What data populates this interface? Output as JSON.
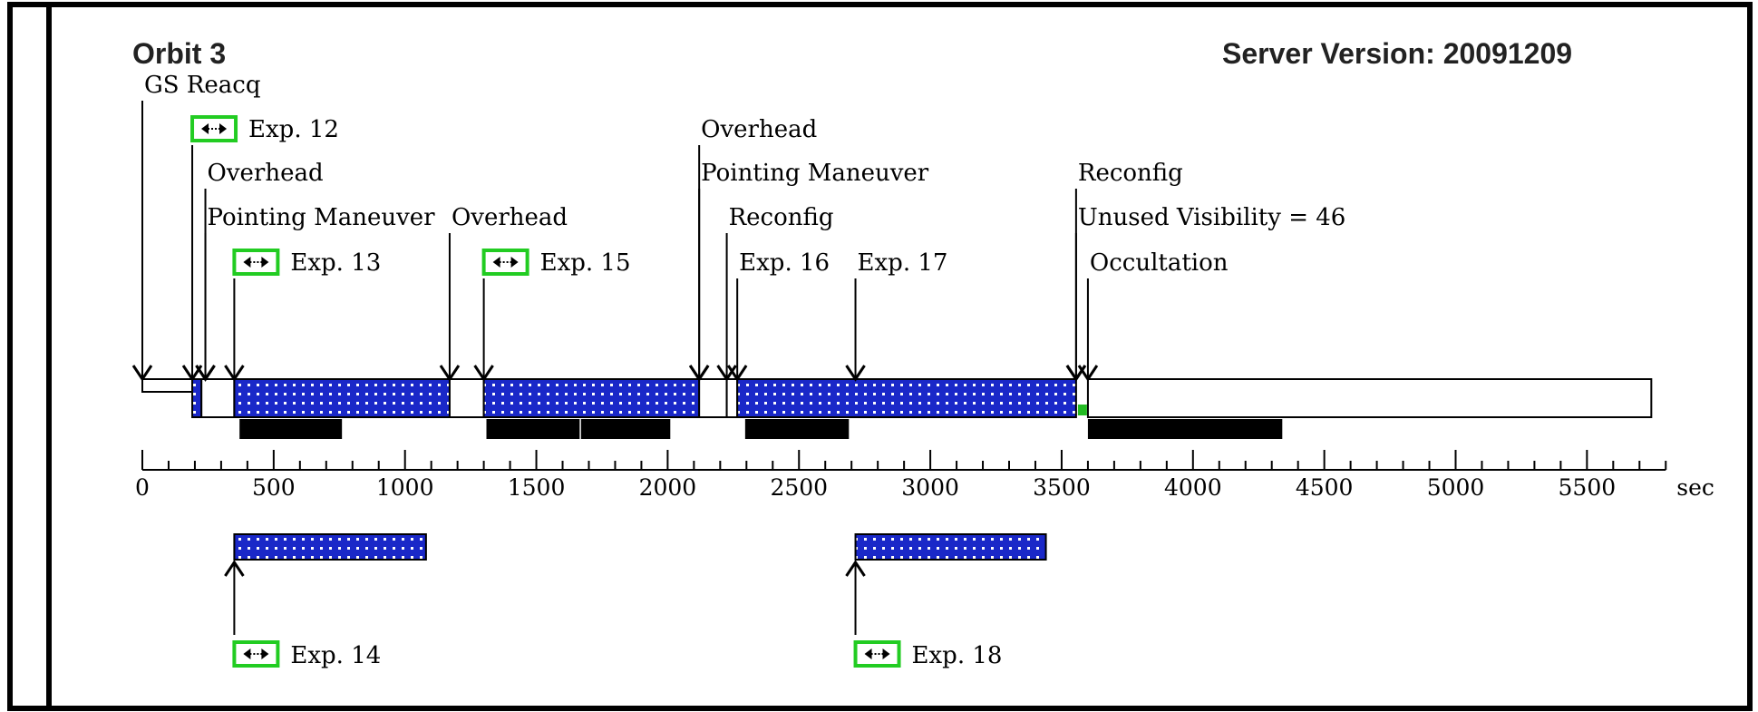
{
  "title": "Orbit 3",
  "server_version": "Server Version: 20091209",
  "colors": {
    "exposure_fill": "#1a28c8",
    "exposure_dots": "#ffffff",
    "icon_border": "#22cc22",
    "occultation_marker": "#22bb22",
    "bar_black": "#000000",
    "frame": "#000000"
  },
  "axis": {
    "unit": "sec",
    "min": 0,
    "max": 5800,
    "major_step": 500,
    "minor_step": 100,
    "tick_labels": [
      "0",
      "500",
      "1000",
      "1500",
      "2000",
      "2500",
      "3000",
      "3500",
      "4000",
      "4500",
      "5000",
      "5500"
    ],
    "unit_label": "sec"
  },
  "events": [
    {
      "label": "GS Reacq",
      "time": 0,
      "row": 0
    },
    {
      "label": "Exp. 12",
      "time": 190,
      "row": 1,
      "icon": true
    },
    {
      "label": "Overhead",
      "time": 240,
      "row": 2
    },
    {
      "label": "Pointing Maneuver",
      "time": 240,
      "row": 3
    },
    {
      "label": "Exp. 13",
      "time": 350,
      "row": 4,
      "icon": true
    },
    {
      "label": "Overhead",
      "time": 1170,
      "row": 3
    },
    {
      "label": "Exp. 15",
      "time": 1300,
      "row": 4,
      "icon": true
    },
    {
      "label": "Overhead",
      "time": 2120,
      "row": 1
    },
    {
      "label": "Pointing Maneuver",
      "time": 2120,
      "row": 2
    },
    {
      "label": "Reconfig",
      "time": 2225,
      "row": 3
    },
    {
      "label": "Exp. 16",
      "time": 2265,
      "row": 4
    },
    {
      "label": "Exp. 17",
      "time": 2715,
      "row": 4
    },
    {
      "label": "Reconfig",
      "time": 3555,
      "row": 2
    },
    {
      "label": "Unused Visibility = 46",
      "time": 3555,
      "row": 3
    },
    {
      "label": "Occultation",
      "time": 3600,
      "row": 4
    }
  ],
  "timeline_segments": [
    {
      "type": "stub",
      "start": 0,
      "end": 190
    },
    {
      "type": "exposure",
      "start": 190,
      "end": 225
    },
    {
      "type": "box",
      "start": 225,
      "end": 350
    },
    {
      "type": "exposure",
      "start": 350,
      "end": 1170
    },
    {
      "type": "box",
      "start": 1170,
      "end": 1300
    },
    {
      "type": "exposure",
      "start": 1300,
      "end": 2120
    },
    {
      "type": "box",
      "start": 2120,
      "end": 2225
    },
    {
      "type": "box",
      "start": 2225,
      "end": 2265
    },
    {
      "type": "exposure",
      "start": 2265,
      "end": 3555
    },
    {
      "type": "box",
      "start": 3600,
      "end": 5745
    }
  ],
  "black_bars": [
    {
      "start": 370,
      "end": 760
    },
    {
      "start": 1310,
      "end": 1665
    },
    {
      "start": 1670,
      "end": 2010
    },
    {
      "start": 2295,
      "end": 2690
    },
    {
      "start": 3600,
      "end": 4340
    }
  ],
  "parallel_exposures": [
    {
      "label": "Exp. 14",
      "start": 350,
      "end": 1080
    },
    {
      "label": "Exp. 18",
      "start": 2715,
      "end": 3440
    }
  ]
}
